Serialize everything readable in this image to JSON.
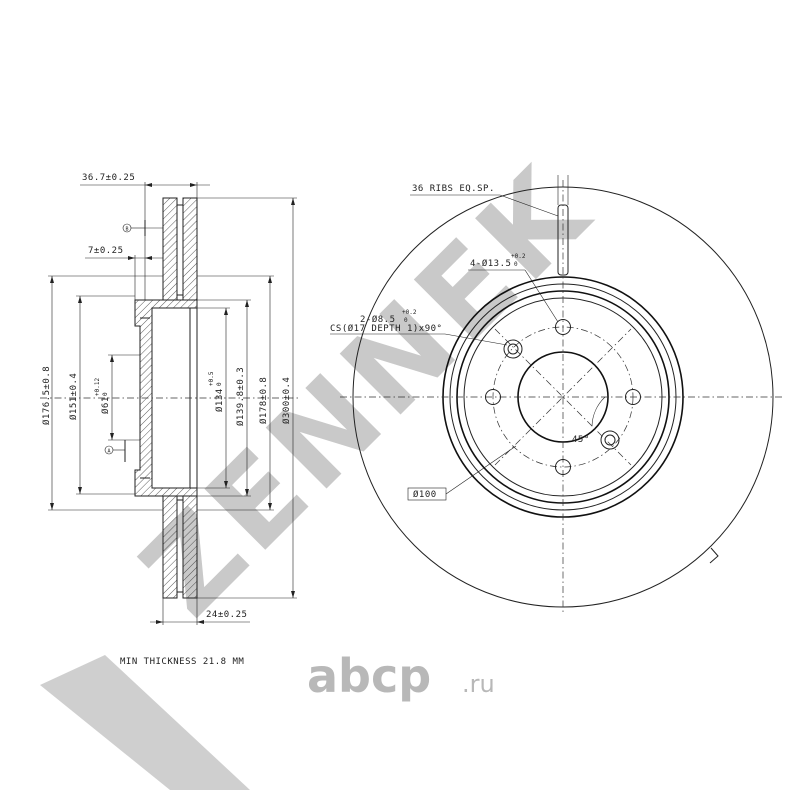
{
  "watermark": {
    "brand": "ZENNEK",
    "site_logo": "abcp",
    "site_tld": ".ru"
  },
  "side_view": {
    "overall_width": "36.7±0.25",
    "flange_thickness": "7±0.25",
    "disc_thickness": "24±0.25",
    "min_thickness": "MIN THICKNESS 21.8 MM",
    "datum_b": "B",
    "datum_a": "A",
    "diameters": [
      {
        "label": "Ø176.5±0.8"
      },
      {
        "label": "Ø151±0.4"
      },
      {
        "label": "Ø61",
        "tol": "+0.12",
        "tol2": "0"
      },
      {
        "label": "Ø134",
        "tol": "+0.5",
        "tol2": "0"
      },
      {
        "label": "Ø139.8±0.3"
      },
      {
        "label": "Ø178±0.8"
      },
      {
        "label": "Ø300±0.4"
      }
    ]
  },
  "front_view": {
    "ribs": "36 RIBS EQ.SP.",
    "bolt_holes": {
      "label": "4-Ø13.5",
      "tol": "+0.2",
      "tol2": "0"
    },
    "locating_holes": {
      "label": "2-Ø8.5",
      "tol": "+0.2",
      "tol2": "0"
    },
    "countersink": "CS(Ø17 DEPTH 1)x90°",
    "angle": "45°",
    "pcd": "Ø100"
  }
}
